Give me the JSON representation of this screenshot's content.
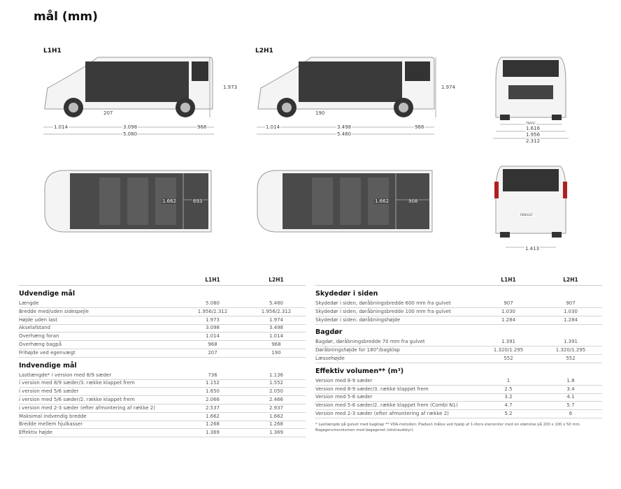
{
  "title": "mål (mm)",
  "diagrams": {
    "l1h1": {
      "label": "L1H1",
      "height": "1.973",
      "ground": "207",
      "front_overhang": "1.014",
      "wheelbase": "3.098",
      "rear_overhang": "968",
      "length": "5.080",
      "cargo_width": "1.662",
      "rear_space": "693"
    },
    "l2h1": {
      "label": "L2H1",
      "height": "1.974",
      "ground": "190",
      "front_overhang": "1.014",
      "wheelbase": "3.498",
      "rear_overhang": "968",
      "length": "5.480",
      "cargo_width": "1.662",
      "rear_space": "908"
    },
    "front": {
      "track": "1.616",
      "width": "1.956",
      "width_mirrors": "2.312",
      "badge": "TRAFIC"
    },
    "rear": {
      "wheel_arch": "1.413",
      "badge": "RENAULT"
    }
  },
  "left_table": {
    "columns": [
      "L1H1",
      "L2H1"
    ],
    "sections": [
      {
        "title": "Udvendige mål",
        "rows": [
          [
            "Længde",
            "5.080",
            "5.480"
          ],
          [
            "Bredde med/uden sidespejle",
            "1.956/2.312",
            "1.956/2.312"
          ],
          [
            "Højde uden last",
            "1.973",
            "1.974"
          ],
          [
            "Akselafstand",
            "3.098",
            "3.498"
          ],
          [
            "Overhæng foran",
            "1.014",
            "1.014"
          ],
          [
            "Overhæng bagpå",
            "968",
            "968"
          ],
          [
            "Frihøjde ved egenvægt",
            "207",
            "190"
          ]
        ]
      },
      {
        "title": "Indvendige mål",
        "rows": [
          [
            "Lastlængde* i version med 8/9 sæder",
            "736",
            "1.136"
          ],
          [
            "i version med 8/9 sæder/3. række klappet frem",
            "1.152",
            "1.552"
          ],
          [
            "i version med 5/6 sæder",
            "1.650",
            "2.050"
          ],
          [
            "i version med 5/6 sæder/2. række klappet frem",
            "2.066",
            "2.466"
          ],
          [
            "i version med 2-3 sæder (efter afmontering af række 2)",
            "2.537",
            "2.937"
          ],
          [
            "Maksimal indvendig bredde",
            "1.662",
            "1.662"
          ],
          [
            "Bredde mellem hjulkasser",
            "1.268",
            "1.268"
          ],
          [
            "Effektiv højde",
            "1.369",
            "1.369"
          ]
        ]
      }
    ]
  },
  "right_table": {
    "columns": [
      "L1H1",
      "L2H1"
    ],
    "sections": [
      {
        "title": "Skydedør i siden",
        "rows": [
          [
            "Skydedør i siden, døråbningsbredde 600 mm fra gulvet",
            "907",
            "907"
          ],
          [
            "Skydedør i siden, døråbningsbredde 100 mm fra gulvet",
            "1.030",
            "1.030"
          ],
          [
            "Skydedør i siden: døråbningshøjde",
            "1.284",
            "1.284"
          ]
        ]
      },
      {
        "title": "Bagdør",
        "rows": [
          [
            "Bagdør, døråbningsbredde 70 mm fra gulvet",
            "1.391",
            "1.391"
          ],
          [
            "Døråbningshøjde for 180°/bagklap",
            "1.320/1.295",
            "1.320/1.295"
          ],
          [
            "Læssehøjde",
            "552",
            "552"
          ]
        ]
      },
      {
        "title": "Effektiv volumen** (m³)",
        "rows": [
          [
            "Version med 8-9 sæder",
            "1",
            "1.8"
          ],
          [
            "Version med 8-9 sæder/3. række klappet frem",
            "2.5",
            "3.4"
          ],
          [
            "Version med 5-6 sæder",
            "3.2",
            "4.1"
          ],
          [
            "Version med 5-6 sæder/2. række klappet frem (Combi N1)",
            "4.7",
            "5.7"
          ],
          [
            "Version med 2-3 sæder (efter afmontering af række 2)",
            "5.2",
            "6"
          ]
        ]
      }
    ]
  },
  "footnote": "* Lastlængde på gulvet med bagklap ** VDA-metoden: Pladsen måles ved hjælp af 1-liters elementer med en størrelse på 200 x 100 x 50 mm. Bagagerumsvolumen med bagagenet (ekstraudstyr)."
}
